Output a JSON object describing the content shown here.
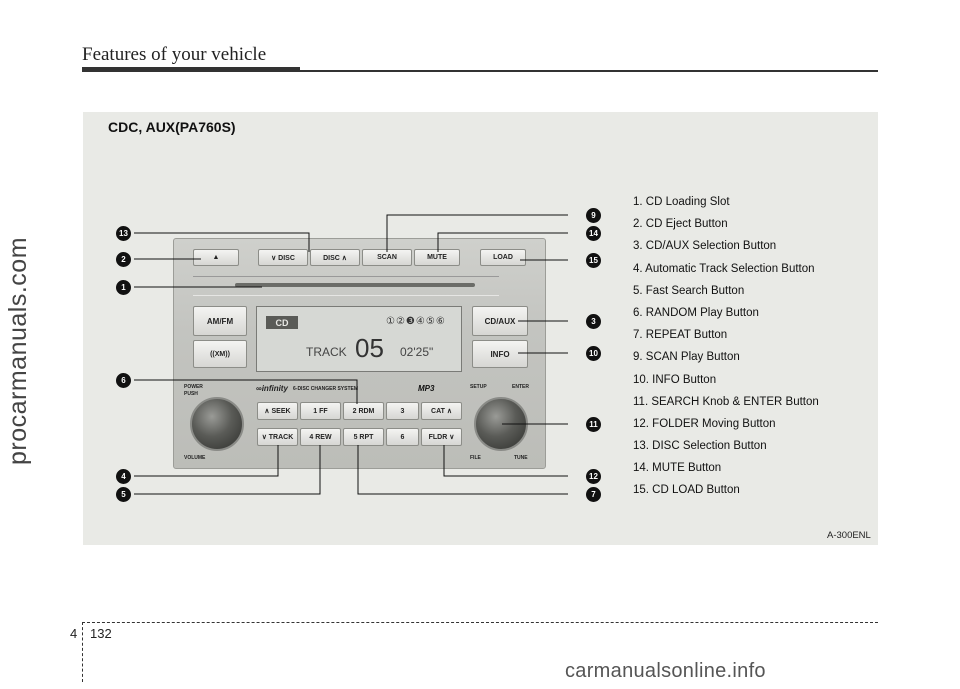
{
  "header": {
    "title": "Features of your vehicle"
  },
  "side_watermark": "procarmanuals.com",
  "panel": {
    "title": "CDC, AUX(PA760S)",
    "code": "A-300ENL"
  },
  "legend": [
    "1. CD Loading Slot",
    "2. CD Eject Button",
    "3. CD/AUX Selection Button",
    "4. Automatic Track Selection Button",
    "5. Fast Search Button",
    "6. RANDOM Play Button",
    "7. REPEAT Button",
    "9. SCAN Play Button",
    "10. INFO Button",
    "11. SEARCH Knob & ENTER Button",
    "12. FOLDER Moving Button",
    "13. DISC Selection Button",
    "14. MUTE Button",
    "15. CD LOAD Button"
  ],
  "radio": {
    "buttons": {
      "eject": "▲",
      "disc_down": "∨ DISC",
      "disc_up": "DISC ∧",
      "scan": "SCAN",
      "mute": "MUTE",
      "load": "LOAD",
      "amfm": "AM/FM",
      "xm": "((XM))",
      "cdaux": "CD/AUX",
      "info": "INFO",
      "seek": "∧ SEEK",
      "ff": "1  FF",
      "rdm": "2 RDM",
      "three": "3",
      "cat": "CAT ∧",
      "track": "∨ TRACK",
      "rew": "4 REW",
      "rpt": "5 RPT",
      "six": "6",
      "fldr": "FLDR ∨"
    },
    "display": {
      "mode": "CD",
      "discs": "①②❸④⑤⑥",
      "track_label": "TRACK",
      "track_number": "05",
      "time": "02'25\""
    },
    "brand": "∞infinity",
    "brand_sub": "6-DISC CHANGER SYSTEM",
    "mp3": "MP3",
    "labels": {
      "power": "POWER",
      "push": "PUSH",
      "volume": "VOLUME",
      "setup": "SETUP",
      "enter": "ENTER",
      "file": "FILE",
      "tune": "TUNE"
    }
  },
  "callouts": {
    "c13": "13",
    "c2": "2",
    "c1": "1",
    "c6": "6",
    "c4": "4",
    "c5": "5",
    "c9": "9",
    "c14": "14",
    "c15": "15",
    "c3": "3",
    "c10": "10",
    "c11": "11",
    "c12": "12",
    "c7": "7"
  },
  "footer": {
    "chapter": "4",
    "page": "132",
    "watermark": "carmanualsonline.info"
  }
}
